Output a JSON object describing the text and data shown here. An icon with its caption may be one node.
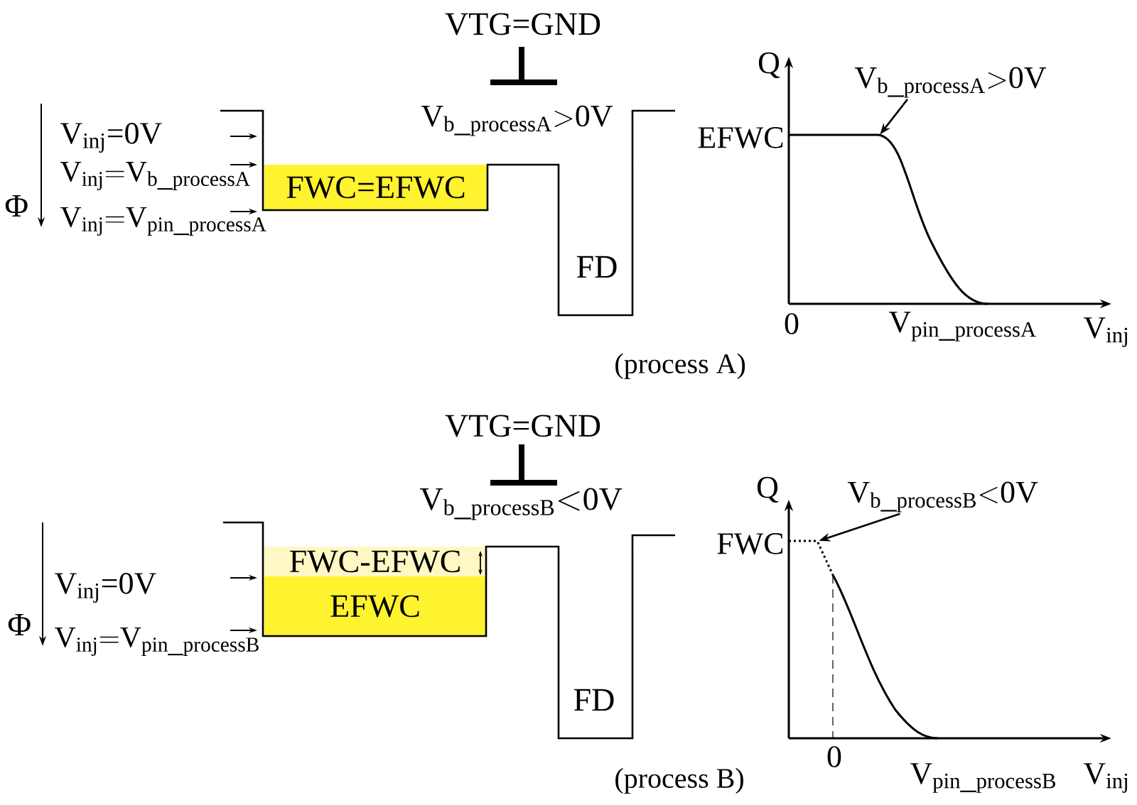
{
  "diagram": {
    "nodes": [
      {
        "text": [
          "FWC=EFWC"
        ]
      },
      {
        "text": [
          "\\mathrm{V_{b\\_processA}{>}0V}"
        ]
      },
      {
        "text": [
          "FWC-EFWC"
        ]
      },
      {
        "text": [
          "EFWC"
        ]
      },
      {
        "text": [
          "\\mathrm{V_{b\\_processB}{<}0V}"
        ]
      },
      {
        "text": [],
        "shape": "curve"
      },
      {
        "text": [],
        "shape": "curve"
      }
    ],
    "edges": [
      {
        "from": 1,
        "to": 5,
        "arrow": "to"
      },
      {
        "from": 4,
        "to": 6,
        "arrow": "to"
      }
    ],
    "labels": [
      "VTG=GND",
      "\\mathrm{V_{b\\_processA}{>}0V}",
      "Φ",
      "V$_{inj}$=0V",
      "\\mathrm{V_{inj}{=}V_{b\\_processA}}",
      "\\mathrm{V_{inj}{=}V_{pin\\_processA}}",
      "FD",
      "Q",
      "EFWC",
      "0",
      "\\mathrm{V_{pin\\_processA}}",
      "V$_{inj}$",
      "(process A)",
      "VTG=GND",
      "\\mathrm{V_{b\\_processB}{<}0V}",
      "Φ",
      "V$_{inj}$=0V",
      "\\mathrm{V_{inj}{=}V_{pin\\_processB}}",
      "FD",
      "Q",
      "FWC",
      "0",
      "\\mathrm{V_{pin\\_processB}}",
      "V$_{inj}$",
      "(process B)"
    ]
  }
}
